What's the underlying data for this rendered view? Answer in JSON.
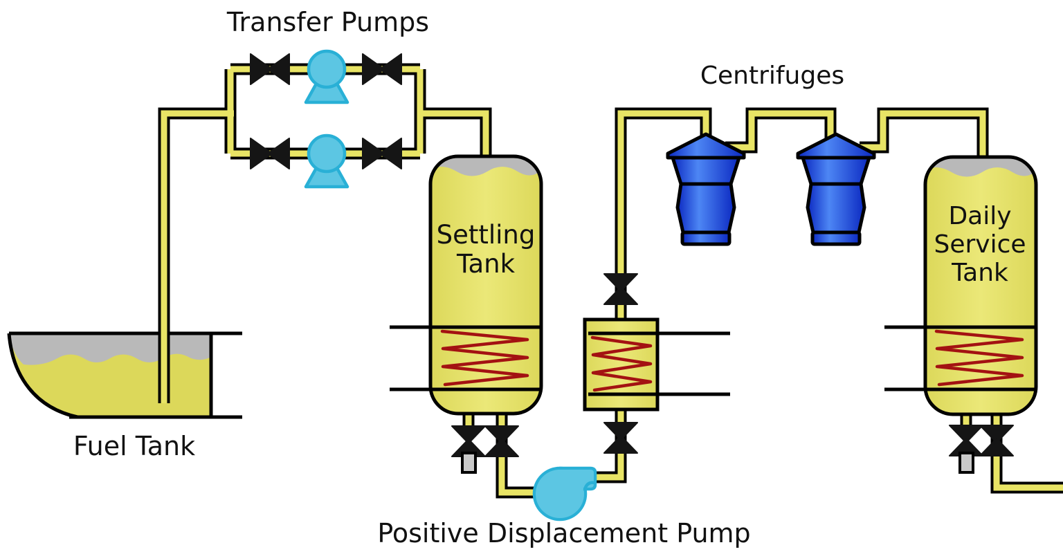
{
  "diagram": {
    "labels": {
      "transfer_pumps": "Transfer Pumps",
      "centrifuges": "Centrifuges",
      "fuel_tank": "Fuel Tank",
      "positive_displacement_pump": "Positive Displacement Pump",
      "settling_tank": [
        "Settling",
        "Tank"
      ],
      "daily_service_tank": [
        "Daily",
        "Service",
        "Tank"
      ]
    },
    "equipment_counts": {
      "transfer_pumps": 2,
      "centrifuges": 2,
      "heated_tanks": 3,
      "valves": 10
    }
  },
  "colors": {
    "background": "#ffffff",
    "pipe_fill": "#e8e465",
    "pipe_outline": "#000000",
    "tank_fill": "#dcd85a",
    "tank_fill_light": "#ebe878",
    "ullage_gray": "#b9b9b9",
    "heater_coil_red": "#a31212",
    "centrifuge_blue_dark": "#0c2ac2",
    "centrifuge_blue_light": "#4d86f4",
    "pump_cyan_fill": "#5cc6e3",
    "pump_cyan_stroke": "#29b0d6",
    "valve_black": "#151515",
    "drain_gray": "#c9c9c9",
    "text_color": "#111111"
  }
}
